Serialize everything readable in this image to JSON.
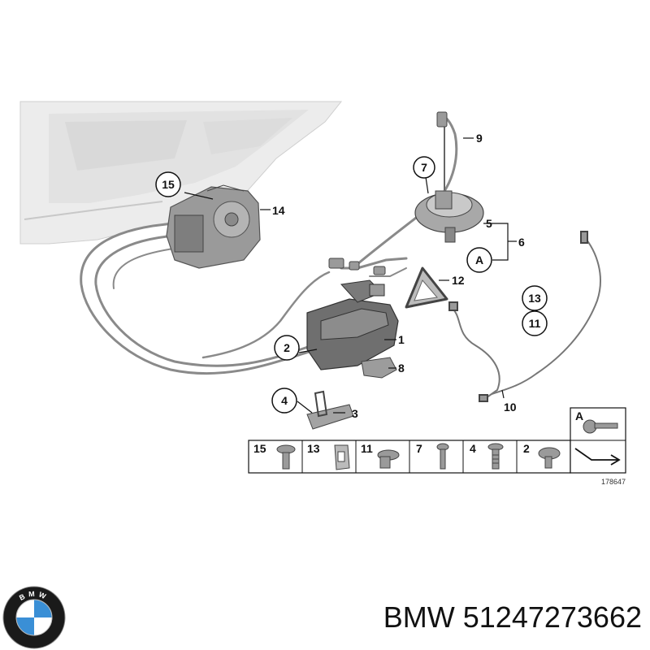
{
  "diagram": {
    "callouts": {
      "c1": "1",
      "c2": "2",
      "c3": "3",
      "c4": "4",
      "c5": "5",
      "c6": "6",
      "c7": "7",
      "c8": "8",
      "c9": "9",
      "c10": "10",
      "c11": "11",
      "c12": "12",
      "c13": "13",
      "c14": "14",
      "c15": "15",
      "cA": "A"
    },
    "parts_table": {
      "cells": [
        "15",
        "13",
        "11",
        "7",
        "4",
        "2"
      ],
      "legend_label": "A"
    },
    "reference_number": "178647"
  },
  "brand": {
    "text": "BMW 51247273662",
    "logo_letters": "BMW",
    "logo_colors": {
      "ring": "#1a1a1a",
      "blue": "#3a8fd6",
      "white": "#ffffff"
    }
  }
}
